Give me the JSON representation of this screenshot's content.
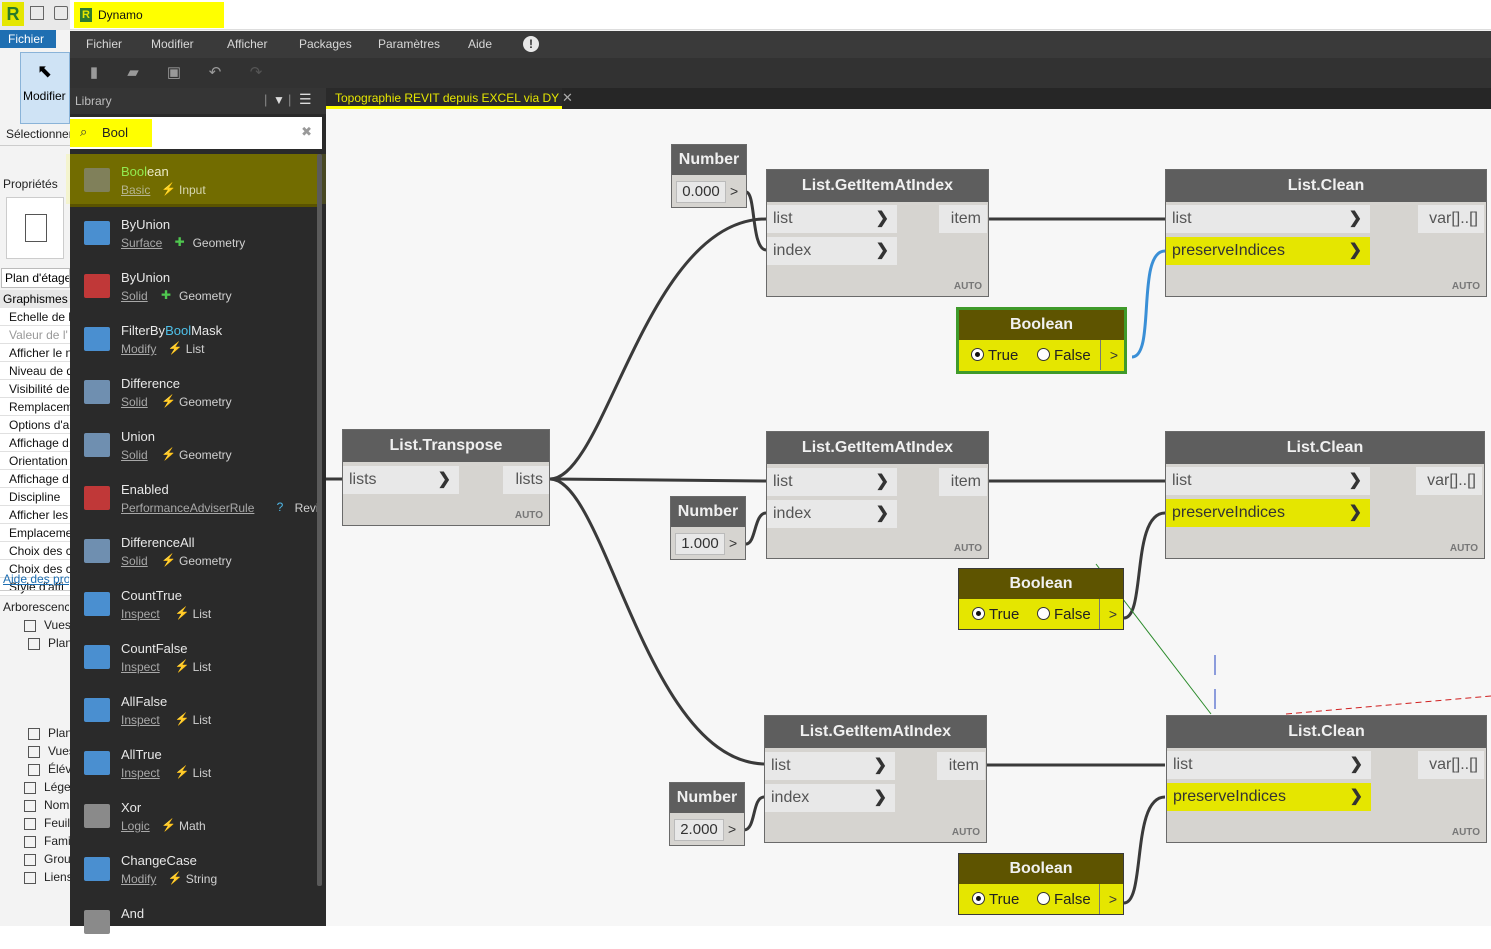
{
  "revit": {
    "r_logo": "R",
    "fichier": "Fichier",
    "modifier": "Modifier",
    "selectionner": "Sélectionner",
    "proprietes": "Propriétés",
    "plan_etage": "Plan d'étage",
    "graphismes": "Graphismes",
    "props": [
      "Echelle de l",
      "Valeur de l'",
      "Afficher le n",
      "Niveau de d",
      "Visibilité de",
      "Remplacem",
      "Options d'a",
      "Affichage d",
      "Orientation",
      "Affichage d",
      "Discipline",
      "Afficher les",
      "Emplaceme",
      "Choix des c",
      "Choix des c",
      "Style d'affi"
    ],
    "aide": "Aide des pro",
    "arborescence": "Arborescenc",
    "tree": [
      "Vues",
      "Plan",
      "Plan",
      "Vues",
      "Élév",
      "Lége",
      "Nom",
      "Feuil",
      "Fami",
      "Grou",
      "Liens"
    ]
  },
  "dynamo": {
    "title": "Dynamo",
    "logo": "R",
    "menu": [
      "Fichier",
      "Modifier",
      "Afficher",
      "Packages",
      "Paramètres",
      "Aide"
    ],
    "info_icon": "!",
    "toolbar_icons": [
      "new-file-icon",
      "open-icon",
      "save-icon",
      "undo-icon",
      "redo-icon"
    ]
  },
  "library": {
    "title": "Library",
    "search_value": "Bool",
    "items": [
      {
        "name_pre": "",
        "name_hi": "Bool",
        "name_post": "ean",
        "cat": "Basic",
        "sep": "⚡",
        "group": "Input",
        "color": "#6a6a6a"
      },
      {
        "name_pre": "ByUnion",
        "name_hi": "",
        "name_post": "",
        "cat": "Surface",
        "sep": "✚",
        "group": "Geometry",
        "color": "#4a8fd0"
      },
      {
        "name_pre": "ByUnion",
        "name_hi": "",
        "name_post": "",
        "cat": "Solid",
        "sep": "✚",
        "group": "Geometry",
        "color": "#c03838"
      },
      {
        "name_pre": "FilterBy",
        "name_hi": "Bool",
        "name_post": "Mask",
        "cat": "Modify",
        "sep": "⚡",
        "group": "List",
        "color": "#4a8fd0"
      },
      {
        "name_pre": "Difference",
        "name_hi": "",
        "name_post": "",
        "cat": "Solid",
        "sep": "⚡",
        "group": "Geometry",
        "color": "#6f8fb0"
      },
      {
        "name_pre": "Union",
        "name_hi": "",
        "name_post": "",
        "cat": "Solid",
        "sep": "⚡",
        "group": "Geometry",
        "color": "#6f8fb0"
      },
      {
        "name_pre": "Enabled",
        "name_hi": "",
        "name_post": "",
        "cat": "PerformanceAdviserRule",
        "sep": "?",
        "group": "Revit",
        "color": "#c03838"
      },
      {
        "name_pre": "DifferenceAll",
        "name_hi": "",
        "name_post": "",
        "cat": "Solid",
        "sep": "⚡",
        "group": "Geometry",
        "color": "#6f8fb0"
      },
      {
        "name_pre": "CountTrue",
        "name_hi": "",
        "name_post": "",
        "cat": "Inspect",
        "sep": "⚡",
        "group": "List",
        "color": "#4a8fd0"
      },
      {
        "name_pre": "CountFalse",
        "name_hi": "",
        "name_post": "",
        "cat": "Inspect",
        "sep": "⚡",
        "group": "List",
        "color": "#4a8fd0"
      },
      {
        "name_pre": "AllFalse",
        "name_hi": "",
        "name_post": "",
        "cat": "Inspect",
        "sep": "⚡",
        "group": "List",
        "color": "#4a8fd0"
      },
      {
        "name_pre": "AllTrue",
        "name_hi": "",
        "name_post": "",
        "cat": "Inspect",
        "sep": "⚡",
        "group": "List",
        "color": "#4a8fd0"
      },
      {
        "name_pre": "Xor",
        "name_hi": "",
        "name_post": "",
        "cat": "Logic",
        "sep": "⚡",
        "group": "Math",
        "color": "#8a8a8a"
      },
      {
        "name_pre": "ChangeCase",
        "name_hi": "",
        "name_post": "",
        "cat": "Modify",
        "sep": "⚡",
        "group": "String",
        "color": "#4a8fd0"
      },
      {
        "name_pre": "And",
        "name_hi": "",
        "name_post": "",
        "cat": "",
        "sep": "",
        "group": "",
        "color": "#8a8a8a"
      }
    ]
  },
  "workspace": {
    "tab_label": "Topographie REVIT depuis EXCEL via DY",
    "nodes": {
      "transpose": {
        "title": "List.Transpose",
        "in": "lists",
        "out": "lists",
        "lacing": "AUTO"
      },
      "get1": {
        "title": "List.GetItemAtIndex",
        "in1": "list",
        "in2": "index",
        "out": "item",
        "lacing": "AUTO"
      },
      "get2": {
        "title": "List.GetItemAtIndex",
        "in1": "list",
        "in2": "index",
        "out": "item",
        "lacing": "AUTO"
      },
      "get3": {
        "title": "List.GetItemAtIndex",
        "in1": "list",
        "in2": "index",
        "out": "item",
        "lacing": "AUTO"
      },
      "clean1": {
        "title": "List.Clean",
        "in1": "list",
        "in2": "preserveIndices",
        "out": "var[]..[]",
        "lacing": "AUTO"
      },
      "clean2": {
        "title": "List.Clean",
        "in1": "list",
        "in2": "preserveIndices",
        "out": "var[]..[]",
        "lacing": "AUTO"
      },
      "clean3": {
        "title": "List.Clean",
        "in1": "list",
        "in2": "preserveIndices",
        "out": "var[]..[]",
        "lacing": "AUTO"
      },
      "num1": {
        "title": "Number",
        "value": "0.000"
      },
      "num2": {
        "title": "Number",
        "value": "1.000"
      },
      "num3": {
        "title": "Number",
        "value": "2.000"
      },
      "bool1": {
        "title": "Boolean",
        "true": "True",
        "false": "False"
      },
      "bool2": {
        "title": "Boolean",
        "true": "True",
        "false": "False"
      },
      "bool3": {
        "title": "Boolean",
        "true": "True",
        "false": "False"
      }
    },
    "accent": "#e5e600",
    "wire_color": "#3a3a3a",
    "wire_selected": "#3a8fd6"
  }
}
